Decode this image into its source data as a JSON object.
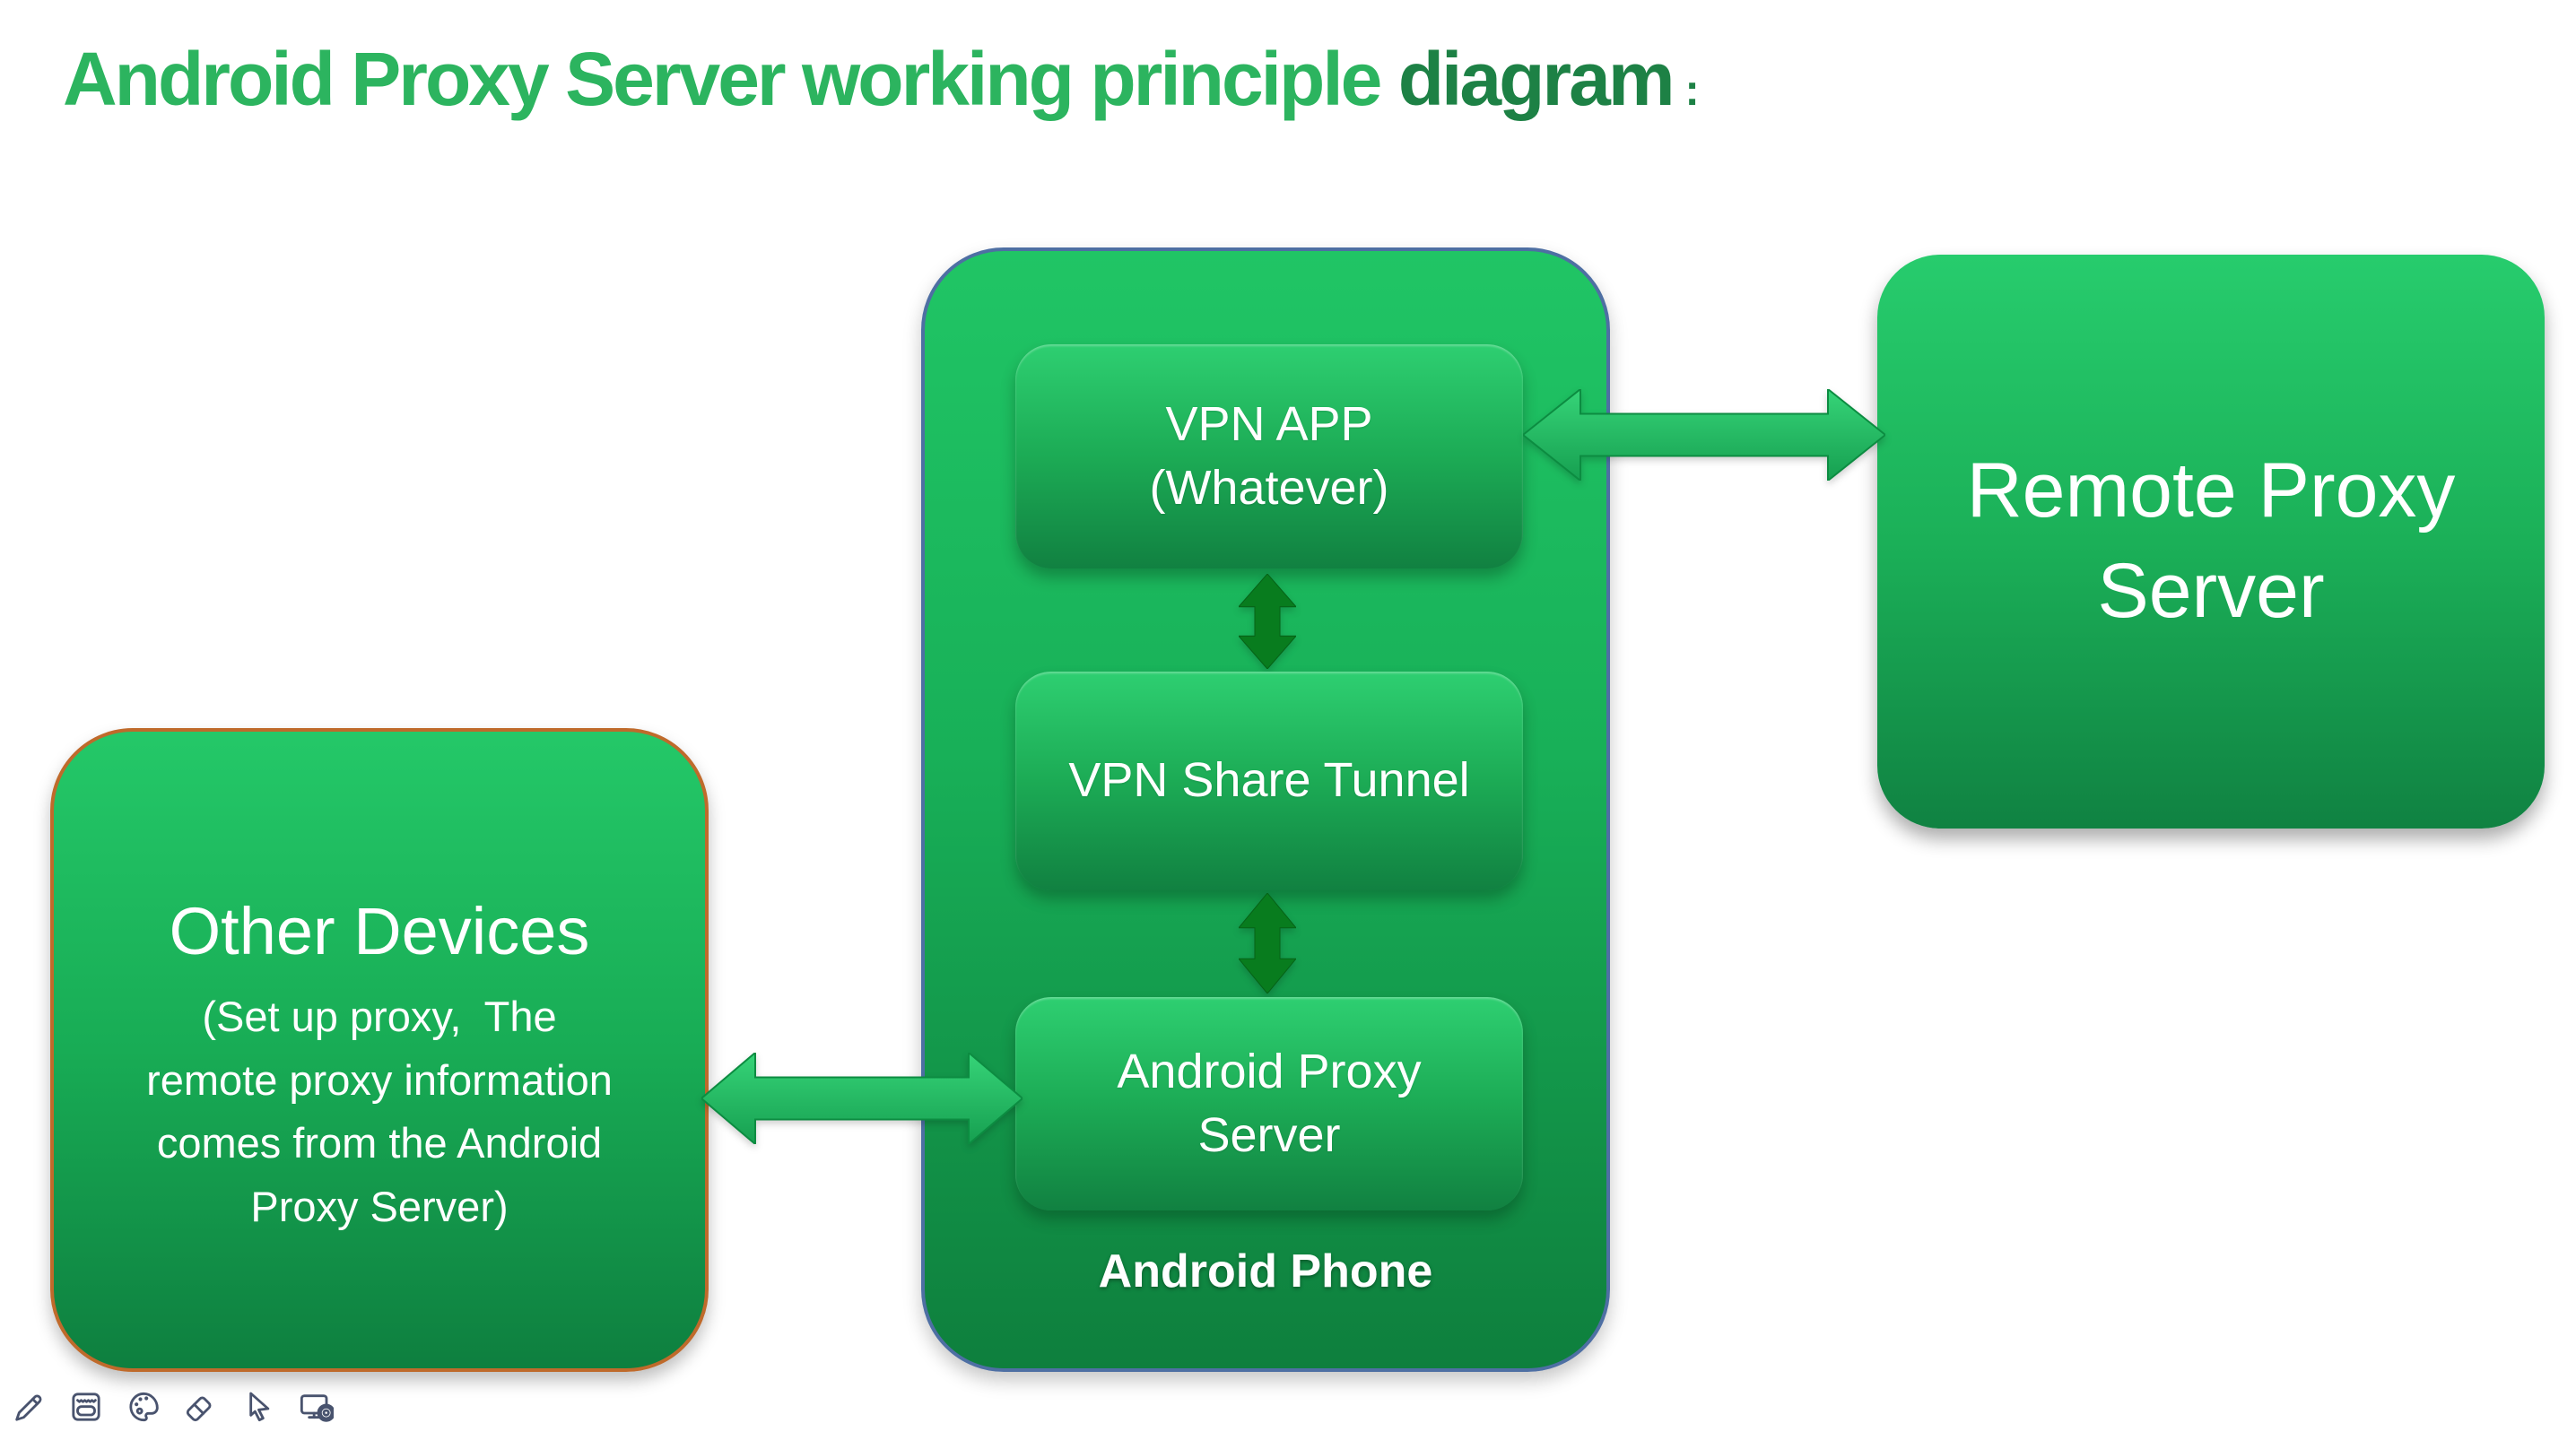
{
  "title": {
    "main": "Android Proxy Server working principle ",
    "accent": "diagram",
    "colon": ":"
  },
  "android_phone": {
    "label": "Android Phone",
    "vpn_app": {
      "line1": "VPN APP",
      "line2": "(Whatever)"
    },
    "vpn_share_tunnel": {
      "line1": "VPN Share Tunnel"
    },
    "android_proxy_server": {
      "line1": "Android Proxy",
      "line2": "Server"
    }
  },
  "remote_proxy_server": {
    "label": "Remote Proxy Server"
  },
  "other_devices": {
    "title": "Other Devices",
    "subtitle_lines": [
      "(Set up proxy,  The",
      "remote proxy information",
      "comes from the Android",
      "Proxy Server)"
    ]
  },
  "toolbar": {
    "icons": [
      "pencil",
      "notepad",
      "palette",
      "eraser",
      "cursor",
      "screen-record"
    ]
  },
  "colors": {
    "title_main": "#2cb45f",
    "title_accent": "#1d8145",
    "phone_border": "#4e6fa3",
    "other_border": "#bf6a2b",
    "box_gradient_top": "#2ecf71",
    "box_gradient_bottom": "#118141",
    "h_arrow_top": "#36d478",
    "h_arrow_bottom": "#169f50",
    "h_arrow_stroke": "#0c8c41",
    "v_arrow_fill": "#087c1e",
    "icon_stroke": "#49536e"
  }
}
